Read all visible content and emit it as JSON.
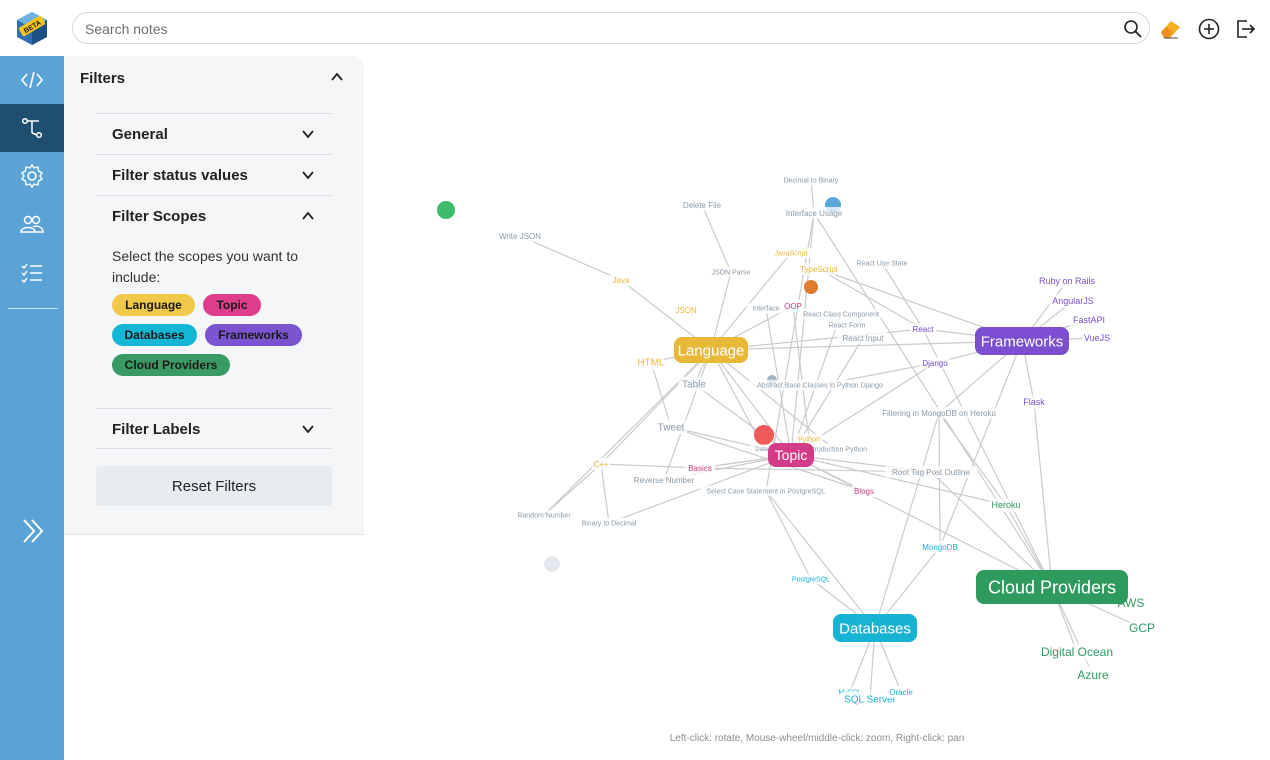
{
  "app": {
    "logo_badge": "BETA"
  },
  "search": {
    "placeholder": "Search notes",
    "value": ""
  },
  "rail": {
    "items": [
      "code",
      "graph",
      "settings",
      "users",
      "list"
    ],
    "active": "graph"
  },
  "filters": {
    "title": "Filters",
    "sections": {
      "general": "General",
      "status": "Filter status values",
      "scopes": "Filter Scopes",
      "labels": "Filter Labels"
    },
    "scope_description": "Select the scopes you want to include:",
    "chips": [
      {
        "label": "Language",
        "color": "#f0c94a"
      },
      {
        "label": "Topic",
        "color": "#de3d8b"
      },
      {
        "label": "Databases",
        "color": "#14b7d6"
      },
      {
        "label": "Frameworks",
        "color": "#7b55d1"
      },
      {
        "label": "Cloud Providers",
        "color": "#3a9a64"
      }
    ],
    "reset_label": "Reset Filters"
  },
  "graph": {
    "hint": "Left-click: rotate, Mouse-wheel/middle-click: zoom, Right-click: pan",
    "colors": {
      "language": "#e8b938",
      "topic": "#d23c88",
      "databases": "#17b3d3",
      "frameworks": "#7b4fd0",
      "cloud": "#2f9a5e",
      "edge": "#c9cbcf",
      "note": "#8a9aa8"
    },
    "hubs": [
      {
        "label": "Language",
        "group": "language"
      },
      {
        "label": "Topic",
        "group": "topic"
      },
      {
        "label": "Databases",
        "group": "databases"
      },
      {
        "label": "Frameworks",
        "group": "frameworks"
      },
      {
        "label": "Cloud Providers",
        "group": "cloud"
      }
    ],
    "nodes": [
      {
        "label": "Decimal to Binary",
        "group": "note"
      },
      {
        "label": "Delete File",
        "group": "note"
      },
      {
        "label": "Interface Usage",
        "group": "note"
      },
      {
        "label": "Write JSON",
        "group": "note"
      },
      {
        "label": "JavaScript",
        "group": "language"
      },
      {
        "label": "TypeScript",
        "group": "language"
      },
      {
        "label": "React Use State",
        "group": "note"
      },
      {
        "label": "Java",
        "group": "language"
      },
      {
        "label": "JSON Parse",
        "group": "note"
      },
      {
        "label": "JSON",
        "group": "language"
      },
      {
        "label": "Interface",
        "group": "note"
      },
      {
        "label": "OOP",
        "group": "topic"
      },
      {
        "label": "React Class Component",
        "group": "note"
      },
      {
        "label": "React Form",
        "group": "note"
      },
      {
        "label": "React",
        "group": "frameworks"
      },
      {
        "label": "React Input",
        "group": "note"
      },
      {
        "label": "HTML",
        "group": "language"
      },
      {
        "label": "Table",
        "group": "note"
      },
      {
        "label": "Abstract Base Classes in Python Django",
        "group": "note"
      },
      {
        "label": "Django",
        "group": "frameworks"
      },
      {
        "label": "Ruby on Rails",
        "group": "frameworks"
      },
      {
        "label": "AngularJS",
        "group": "frameworks"
      },
      {
        "label": "FastAPI",
        "group": "frameworks"
      },
      {
        "label": "VueJS",
        "group": "frameworks"
      },
      {
        "label": "Flask",
        "group": "frameworks"
      },
      {
        "label": "Filtering in MongoDB on Heroku",
        "group": "note"
      },
      {
        "label": "Tweet",
        "group": "note"
      },
      {
        "label": "Python",
        "group": "language"
      },
      {
        "label": "Data...",
        "group": "note"
      },
      {
        "label": "...Introduction Python",
        "group": "note"
      },
      {
        "label": "C++",
        "group": "language"
      },
      {
        "label": "Basics",
        "group": "topic"
      },
      {
        "label": "Reverse Number",
        "group": "note"
      },
      {
        "label": "Root Tag Post Outline",
        "group": "note"
      },
      {
        "label": "Select Case Statement in PostgreSQL",
        "group": "note"
      },
      {
        "label": "Blogs",
        "group": "topic"
      },
      {
        "label": "Random Number",
        "group": "note"
      },
      {
        "label": "Binary to Decimal",
        "group": "note"
      },
      {
        "label": "Heroku",
        "group": "cloud"
      },
      {
        "label": "MongoDB",
        "group": "databases"
      },
      {
        "label": "PostgreSQL",
        "group": "databases"
      },
      {
        "label": "AWS",
        "group": "cloud"
      },
      {
        "label": "GCP",
        "group": "cloud"
      },
      {
        "label": "Digital Ocean",
        "group": "cloud"
      },
      {
        "label": "Azure",
        "group": "cloud"
      },
      {
        "label": "MySQL",
        "group": "databases"
      },
      {
        "label": "SQL Server",
        "group": "databases"
      },
      {
        "label": "Oracle",
        "group": "databases"
      }
    ]
  }
}
